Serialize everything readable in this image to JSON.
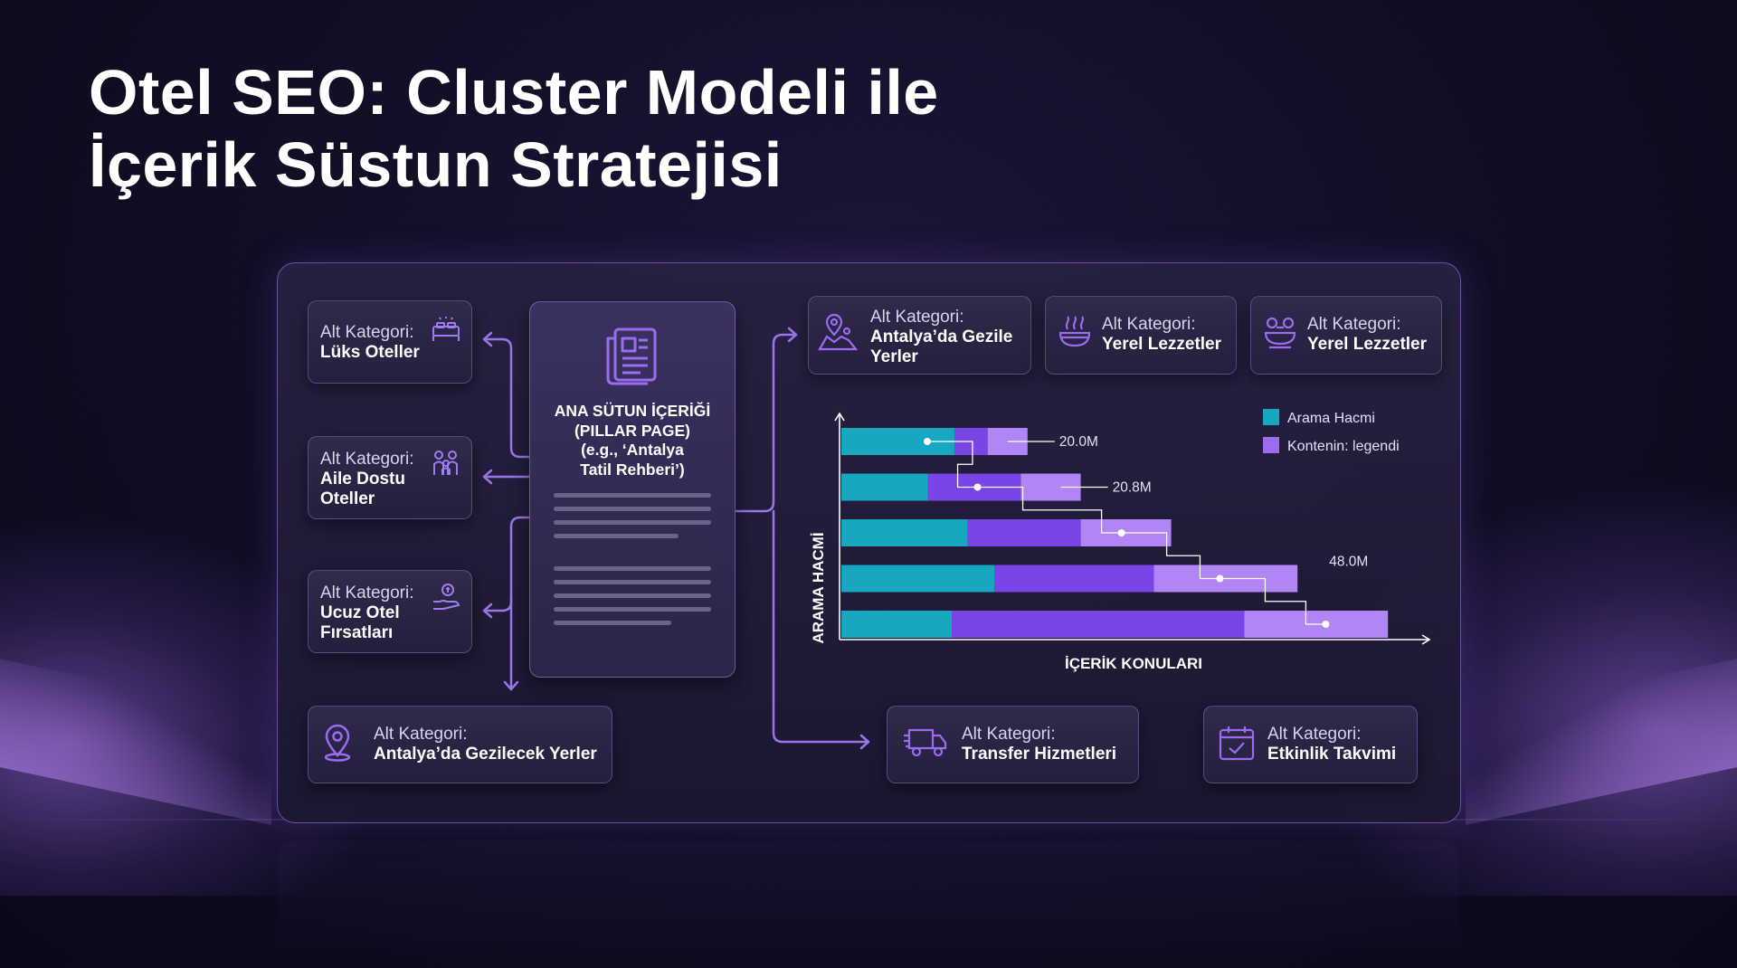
{
  "title": {
    "line1": "Otel SEO: Cluster Modeli ile",
    "line2": "İçerik Süstun Stratejisi"
  },
  "pillar": {
    "line1": "ANA SÜTUN İÇERİĞİ",
    "line2": "(PILLAR PAGE)",
    "line3": "(e.g., ‘Antalya",
    "line4": "Tatil Rehberi’)",
    "icon": "document-icon"
  },
  "left_cards": [
    {
      "label": "Alt Kategori:",
      "value_lines": [
        "Lüks Oteller"
      ],
      "icon": "bed-icon"
    },
    {
      "label": "Alt Kategori:",
      "value_lines": [
        "Aile Dostu",
        "Oteller"
      ],
      "icon": "family-icon"
    },
    {
      "label": "Alt Kategori:",
      "value_lines": [
        "Ucuz Otel",
        "Fırsatları"
      ],
      "icon": "money-hand-icon"
    }
  ],
  "bottom_left_card": {
    "label": "Alt Kategori:",
    "value": "Antalya’da Gezilecek Yerler",
    "icon": "location-pin-icon"
  },
  "top_cards": [
    {
      "label": "Alt Kategori:",
      "value_lines": [
        "Antalya’da Gezile",
        "Yerler"
      ],
      "icon": "map-pin-icon"
    },
    {
      "label": "Alt Kategori:",
      "value_lines": [
        "Yerel Lezzetler"
      ],
      "icon": "food-bowl-icon"
    },
    {
      "label": "Alt Kategori:",
      "value_lines": [
        "Yerel Lezzetler"
      ],
      "icon": "chef-icon"
    }
  ],
  "bottom_cards": [
    {
      "label": "Alt Kategori:",
      "value": "Transfer Hizmetleri",
      "icon": "truck-icon"
    },
    {
      "label": "Alt Kategori:",
      "value": "Etkinlik Takvimi",
      "icon": "calendar-check-icon"
    }
  ],
  "chart_data": {
    "type": "bar",
    "orientation": "horizontal",
    "stacked": true,
    "xlabel": "İÇERİK KONULARI",
    "ylabel": "ARAMA HACMİ",
    "legend": [
      {
        "name": "Arama Hacmi",
        "color": "#18a7c0"
      },
      {
        "name": "Kontenin: legendi",
        "color": "#9b6cf0"
      }
    ],
    "legend_position": "top-right",
    "bars": [
      {
        "segments": [
          {
            "series": "Arama Hacmi",
            "value": 8.5
          },
          {
            "series": "Kontenin: legendi",
            "value": 2.5
          },
          {
            "series": "Kontenin: legendi",
            "value": 3.0
          }
        ],
        "annotation": "20.0M"
      },
      {
        "segments": [
          {
            "series": "Arama Hacmi",
            "value": 6.5
          },
          {
            "series": "Kontenin: legendi",
            "value": 7.0
          },
          {
            "series": "Kontenin: legendi",
            "value": 4.5
          }
        ],
        "annotation": "20.8M"
      },
      {
        "segments": [
          {
            "series": "Arama Hacmi",
            "value": 9.5
          },
          {
            "series": "Kontenin: legendi",
            "value": 8.5
          },
          {
            "series": "Kontenin: legendi",
            "value": 6.8
          }
        ],
        "annotation": ""
      },
      {
        "segments": [
          {
            "series": "Arama Hacmi",
            "value": 11.5
          },
          {
            "series": "Kontenin: legendi",
            "value": 12.0
          },
          {
            "series": "Kontenin: legendi",
            "value": 10.8
          }
        ],
        "annotation": "48.0M"
      },
      {
        "segments": [
          {
            "series": "Arama Hacmi",
            "value": 8.3
          },
          {
            "series": "Kontenin: legendi",
            "value": 22.0
          },
          {
            "series": "Kontenin: legendi",
            "value": 10.8
          }
        ],
        "annotation": ""
      }
    ],
    "colors": {
      "teal": "#18a7c0",
      "violet": "#7a45e6",
      "lavender": "#b086f5"
    },
    "grid": false
  },
  "colors": {
    "background": "#120e26",
    "panel_border": "#a582eb",
    "connector": "#9b76e8"
  }
}
